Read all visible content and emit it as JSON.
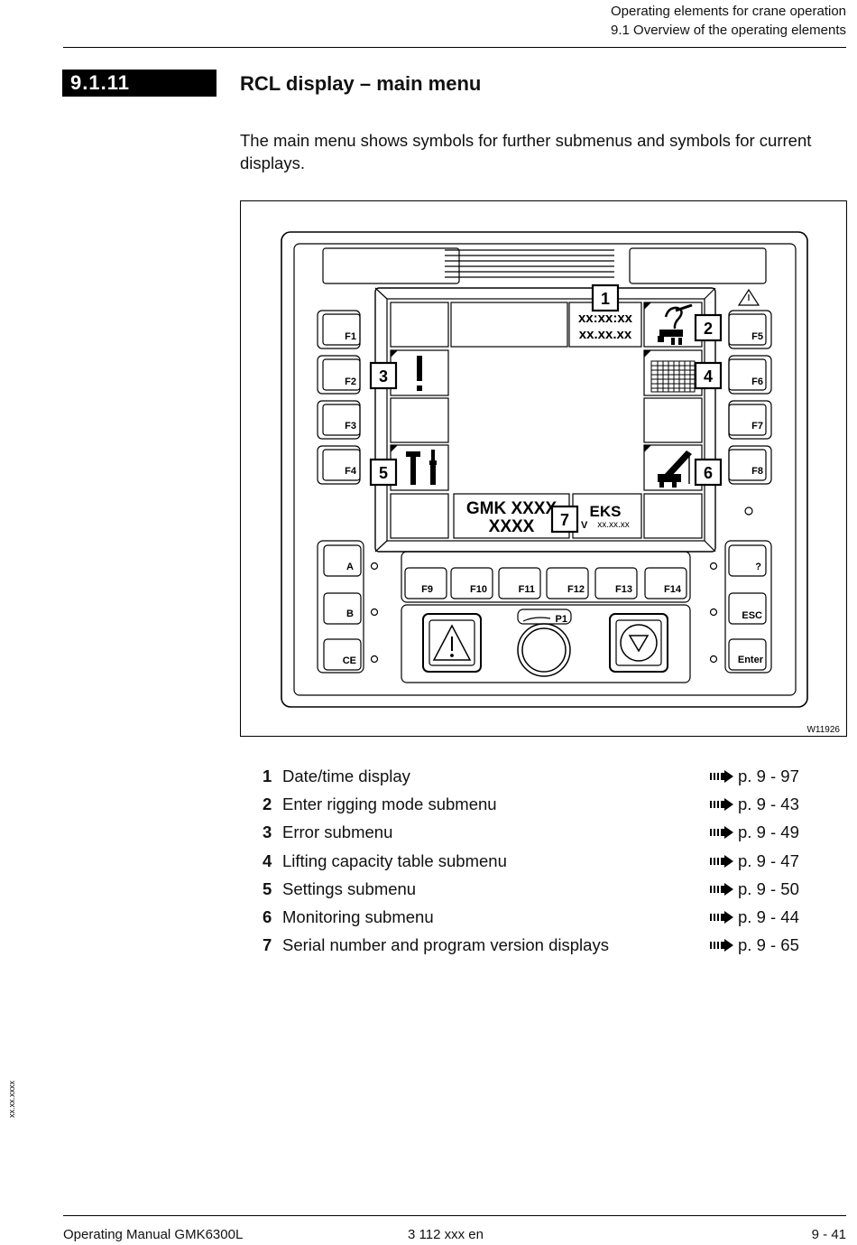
{
  "header": {
    "line1": "Operating elements for crane operation",
    "line2": "9.1 Overview of the operating elements"
  },
  "section": {
    "number": "9.1.11",
    "title": "RCL display – main menu",
    "intro": "The main menu shows symbols for further submenus and symbols for current displays."
  },
  "figure": {
    "id": "W11926",
    "keys": {
      "f1": "F1",
      "f2": "F2",
      "f3": "F3",
      "f4": "F4",
      "f5": "F5",
      "f6": "F6",
      "f7": "F7",
      "f8": "F8",
      "f9": "F9",
      "f10": "F10",
      "f11": "F11",
      "f12": "F12",
      "f13": "F13",
      "f14": "F14",
      "a": "A",
      "b": "B",
      "ce": "CE",
      "help": "?",
      "esc": "ESC",
      "enter": "Enter",
      "p1": "P1"
    },
    "screen": {
      "time": "xx:xx:xx",
      "date": "xx.xx.xx",
      "model_line1": "GMK XXXX",
      "model_line2": "XXXX",
      "system": "EKS",
      "version_prefix": "V",
      "version": "xx.xx.xx"
    },
    "callouts": [
      "1",
      "2",
      "3",
      "4",
      "5",
      "6",
      "7"
    ]
  },
  "legend": [
    {
      "num": "1",
      "desc": "Date/time display",
      "ref": "p. 9 - 97"
    },
    {
      "num": "2",
      "desc": "Enter rigging mode submenu",
      "ref": "p. 9 - 43"
    },
    {
      "num": "3",
      "desc": "Error submenu",
      "ref": "p. 9 - 49"
    },
    {
      "num": "4",
      "desc": "Lifting capacity table submenu",
      "ref": "p. 9 - 47"
    },
    {
      "num": "5",
      "desc": "Settings submenu",
      "ref": "p. 9 - 50"
    },
    {
      "num": "6",
      "desc": "Monitoring submenu",
      "ref": "p. 9 - 44"
    },
    {
      "num": "7",
      "desc": "Serial number and program version displays",
      "ref": "p. 9 - 65"
    }
  ],
  "side_code": "xx.xx.xxxx",
  "footer": {
    "left": "Operating Manual GMK6300L",
    "center": "3 112 xxx en",
    "right": "9 - 41"
  }
}
